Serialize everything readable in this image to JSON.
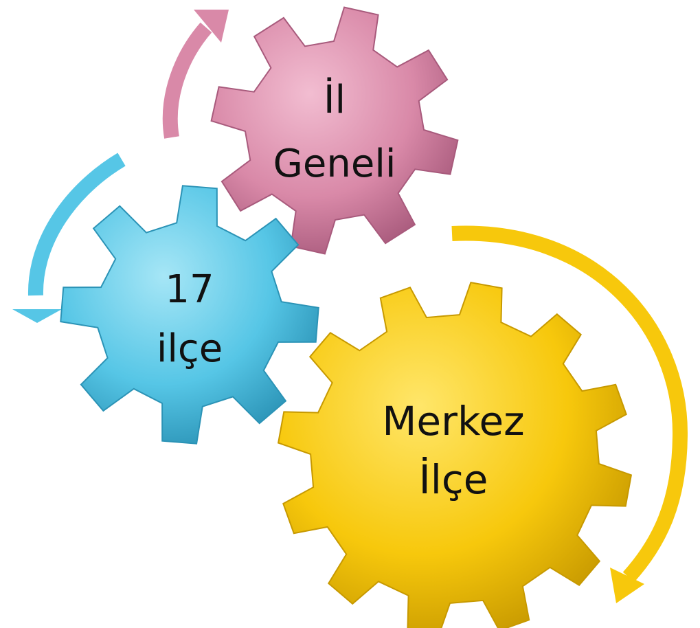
{
  "gears": [
    {
      "id": "pink",
      "lines": [
        "İl",
        "Geneli"
      ],
      "color_base": "#D989A8",
      "color_light": "#F2BDD1",
      "color_dark": "#A85A7C",
      "teeth": 8
    },
    {
      "id": "blue",
      "lines": [
        "17",
        "ilçe"
      ],
      "color_base": "#56C6E6",
      "color_light": "#A6E6F6",
      "color_dark": "#2B93B6",
      "teeth": 8
    },
    {
      "id": "yellow",
      "lines": [
        "Merkez",
        "İlçe"
      ],
      "color_base": "#F7C80C",
      "color_light": "#FFE66A",
      "color_dark": "#C79900",
      "teeth": 12
    }
  ],
  "arrows": [
    {
      "id": "pink-arrow",
      "color": "#D989A8"
    },
    {
      "id": "blue-arrow",
      "color": "#56C6E6"
    },
    {
      "id": "yellow-arrow",
      "color": "#F7C80C"
    }
  ]
}
